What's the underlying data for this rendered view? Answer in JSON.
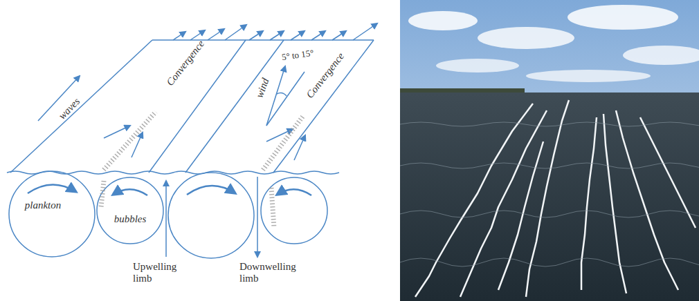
{
  "diagram": {
    "labels": [
      "waves",
      "Convergence",
      "wind",
      "5° to 15°",
      "Convergence",
      "plankton",
      "bubbles",
      "Upwelling limb",
      "Downwelling limb"
    ]
  }
}
